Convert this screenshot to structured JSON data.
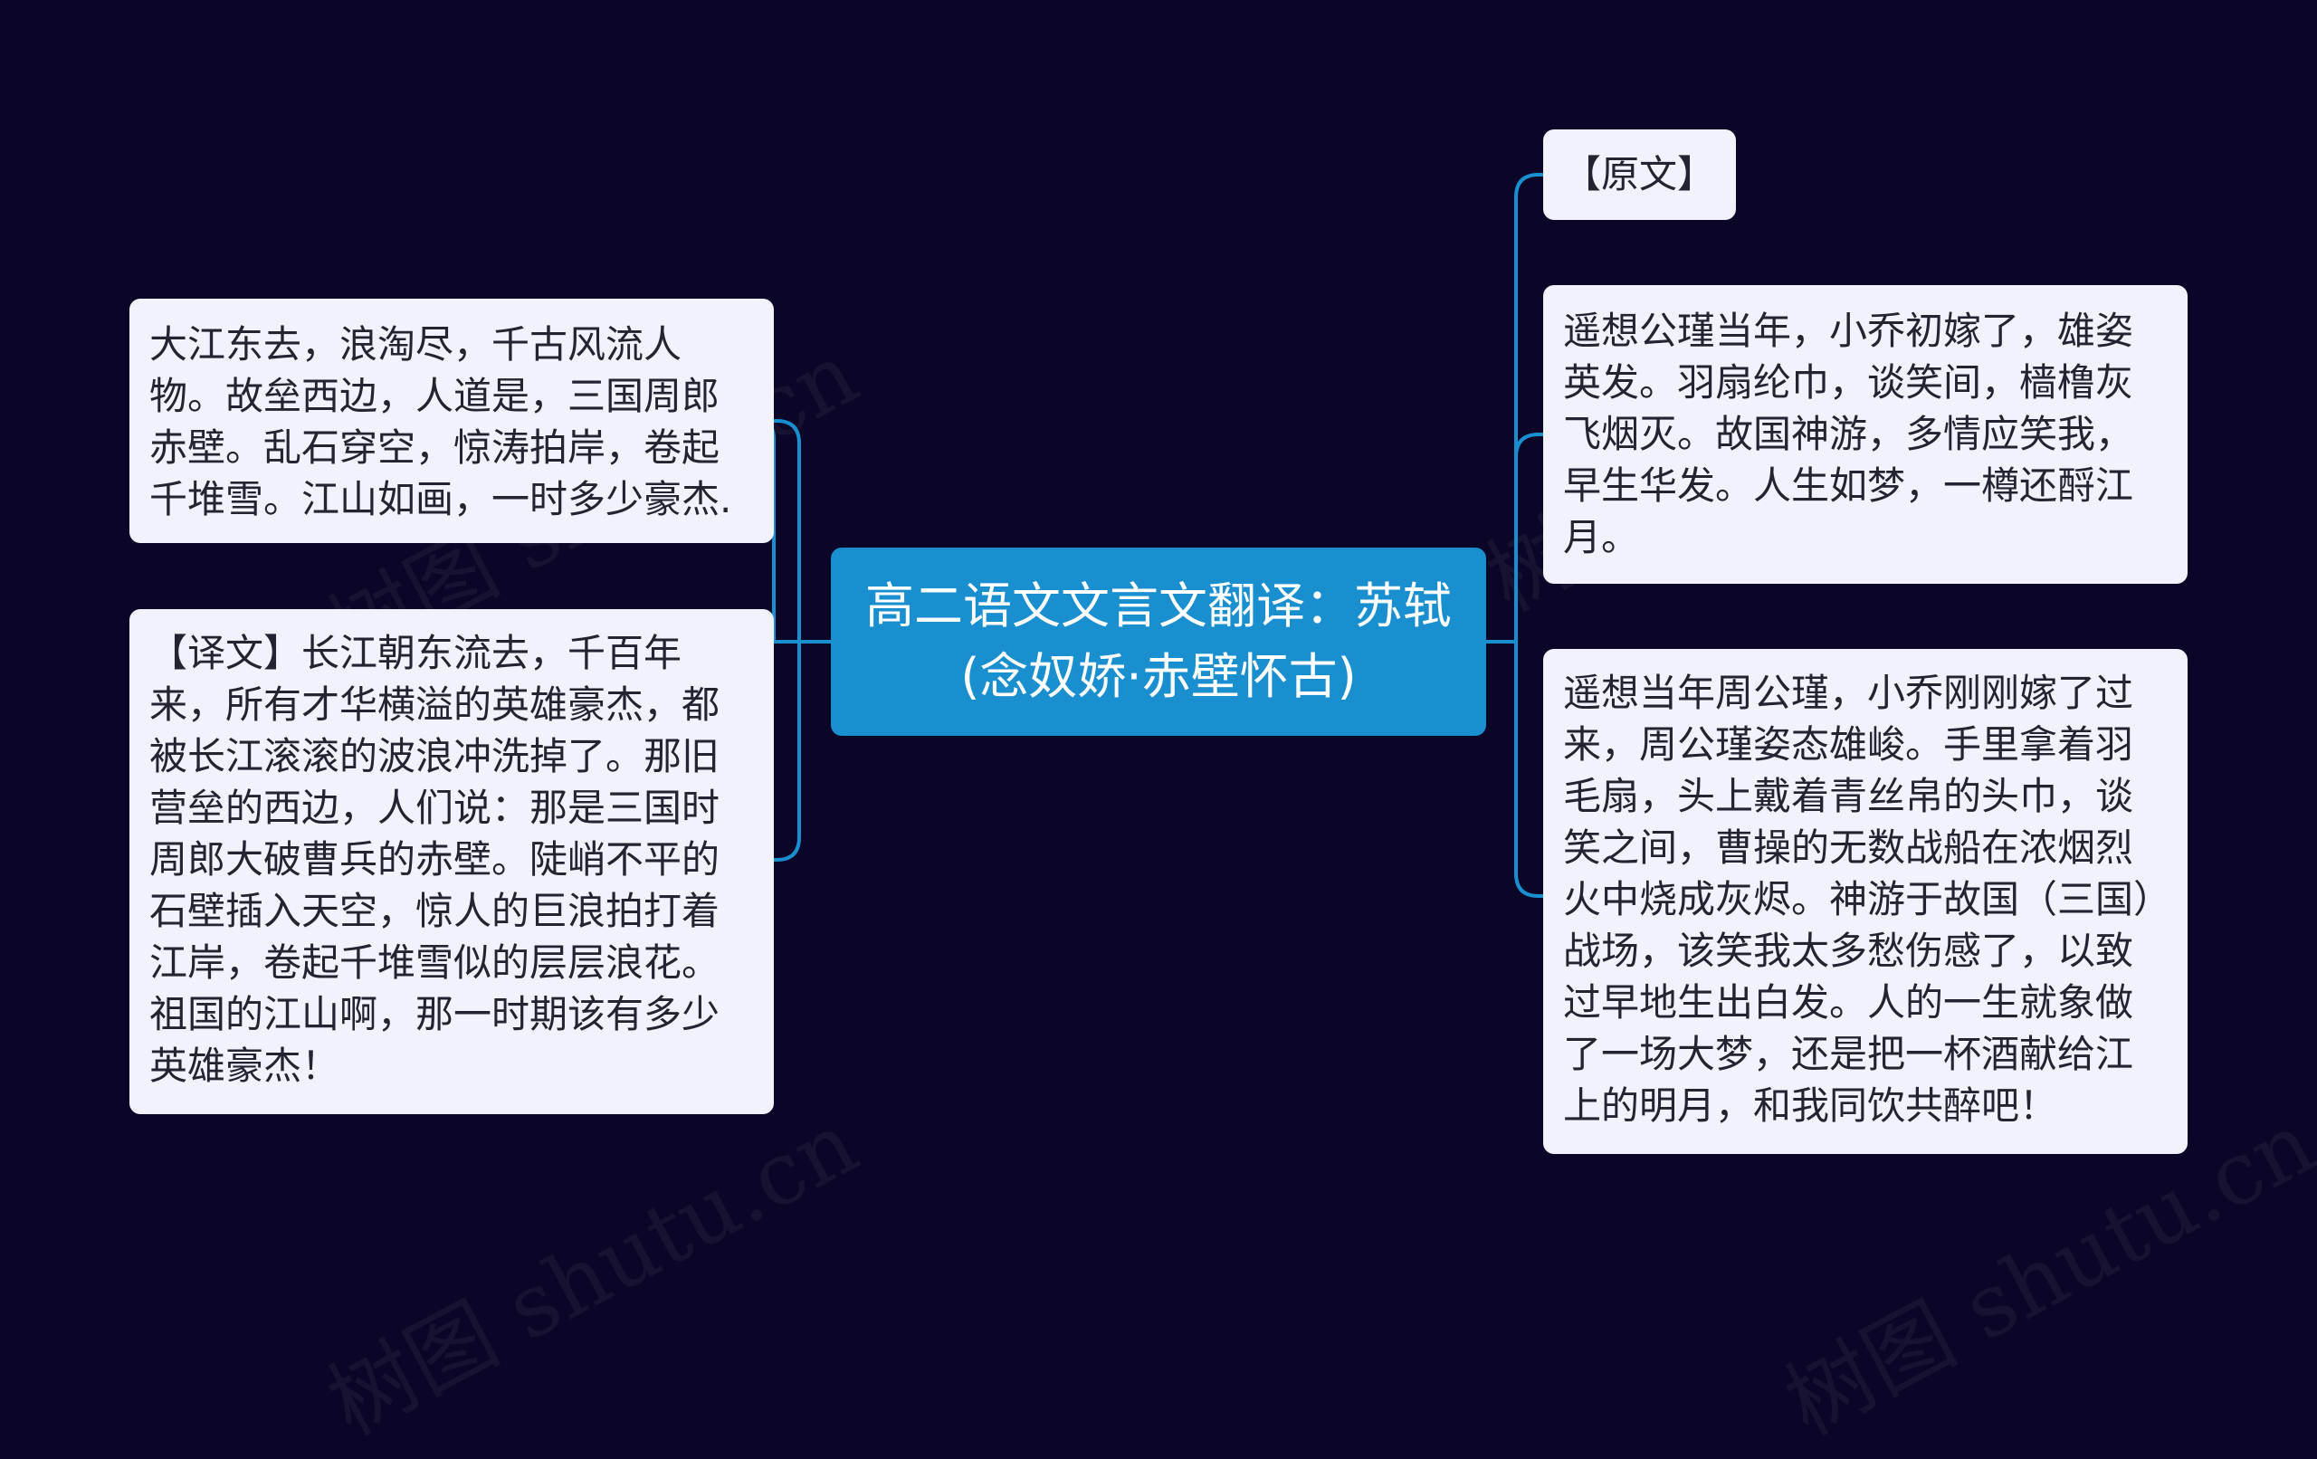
{
  "mindmap": {
    "central": {
      "text": "高二语文文言文翻译：苏轼(念奴娇·赤壁怀古)"
    },
    "left_nodes": [
      {
        "text": "大江东去，浪淘尽，千古风流人物。故垒西边，人道是，三国周郎赤壁。乱石穿空，惊涛拍岸，卷起千堆雪。江山如画，一时多少豪杰."
      },
      {
        "text": "【译文】长江朝东流去，千百年来，所有才华横溢的英雄豪杰，都被长江滚滚的波浪冲洗掉了。那旧营垒的西边，人们说：那是三国时周郎大破曹兵的赤壁。陡峭不平的石壁插入天空，惊人的巨浪拍打着江岸，卷起千堆雪似的层层浪花。祖国的江山啊，那一时期该有多少英雄豪杰！"
      }
    ],
    "right_nodes": [
      {
        "text": "【原文】"
      },
      {
        "text": "遥想公瑾当年，小乔初嫁了，雄姿英发。羽扇纶巾，谈笑间，樯橹灰飞烟灭。故国神游，多情应笑我，早生华发。人生如梦，一樽还酹江月。"
      },
      {
        "text": "遥想当年周公瑾，小乔刚刚嫁了过来，周公瑾姿态雄峻。手里拿着羽毛扇，头上戴着青丝帛的头巾，谈笑之间，曹操的无数战船在浓烟烈火中烧成灰烬。神游于故国（三国）战场，该笑我太多愁伤感了，以致过早地生出白发。人的一生就象做了一场大梦，还是把一杯酒献给江上的明月，和我同饮共醉吧！"
      }
    ],
    "watermark": "树图 shutu.cn"
  },
  "colors": {
    "background": "#0b0627",
    "central_fill": "#1a8fd0",
    "node_fill": "#f1f2fb",
    "connector": "#1a8fd0"
  }
}
